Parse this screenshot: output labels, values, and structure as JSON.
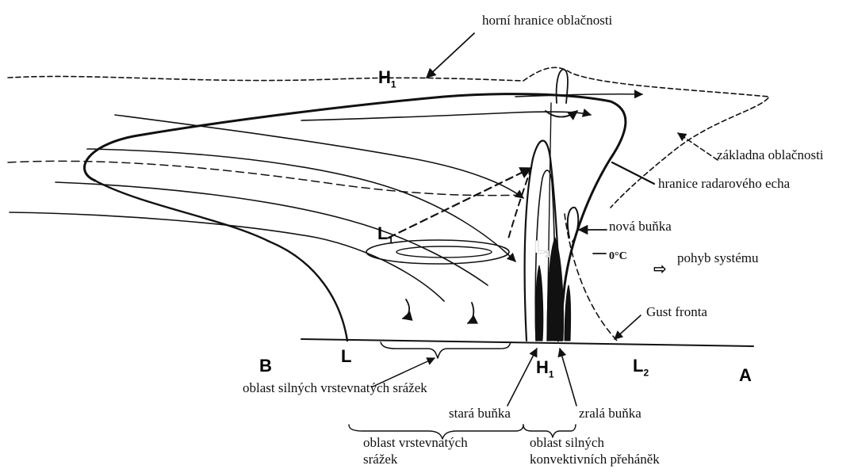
{
  "labels": {
    "cloud_top": "horní hranice oblačnosti",
    "cloud_base": "základna oblačnosti",
    "radar_echo": "hranice radarového echa",
    "new_cell": "nová buňka",
    "temp": "0°C",
    "system_motion": "pohyb systému",
    "gust_front": "Gust fronta",
    "heavy_stratiform": "oblast silných vrstevnatých srážek",
    "old_cell": "stará buňka",
    "mature_cell": "zralá buňka",
    "stratiform_region_line1": "oblast vrstevnatých",
    "stratiform_region_line2": "srážek",
    "convective_region_line1": "oblast silných",
    "convective_region_line2": "konvektivních přeháněk"
  },
  "symbols": {
    "h_top": "H",
    "h_top_sub": "1",
    "l_mid": "L",
    "l_mid_sub": "1",
    "l_core": "L",
    "l_core_sub": "1",
    "b": "B",
    "l_left": "L",
    "h_bottom": "H",
    "h_bottom_sub": "1",
    "l_right": "L",
    "l_right_sub": "2",
    "a": "A"
  },
  "colors": {
    "ink": "#111111",
    "background": "#ffffff"
  }
}
